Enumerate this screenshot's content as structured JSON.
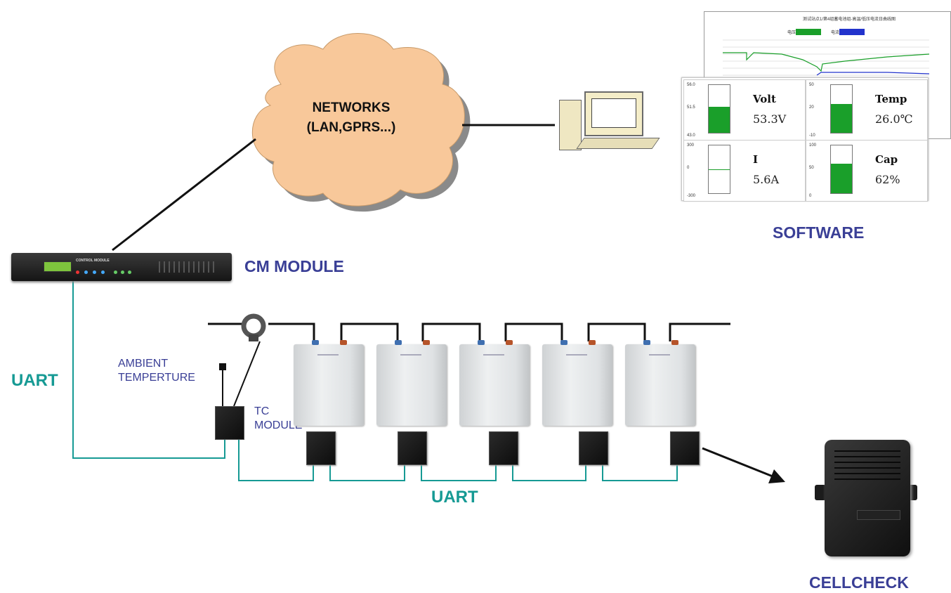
{
  "cloud": {
    "line1": "NETWORKS",
    "line2": "(LAN,GPRS...)"
  },
  "labels": {
    "software": "SOFTWARE",
    "cm_module": "CM MODULE",
    "uart_left": "UART",
    "uart_bottom": "UART",
    "ambient_line1": "AMBIENT",
    "ambient_line2": "TEMPERTURE",
    "tc_line1": "TC",
    "tc_line2": "MODULE",
    "cellcheck": "CELLCHECK"
  },
  "cm_device": {
    "title": "CONTROL MODULE"
  },
  "software_panel": {
    "chart_title": "测试站点1/第4组蓄电池组-高温/低压电流日曲线图",
    "legend_volt": "电压",
    "legend_curr": "电流",
    "legend_volt_color": "#1a9f2a",
    "legend_curr_color": "#2233cc",
    "meters": [
      {
        "name": "Volt",
        "value": "53.3V",
        "fill": 0.55,
        "ticks": [
          "56.0",
          "51.5",
          "43.0"
        ]
      },
      {
        "name": "Temp",
        "value": "26.0℃",
        "fill": 0.6,
        "ticks": [
          "50",
          "20",
          "-10"
        ]
      },
      {
        "name": "I",
        "value": "5.6A",
        "fill": 0.0,
        "ticks": [
          "300",
          "0",
          "-300"
        ]
      },
      {
        "name": "Cap",
        "value": "62%",
        "fill": 0.62,
        "ticks": [
          "100",
          "50",
          "0"
        ]
      }
    ]
  },
  "colors": {
    "navy": "#3a3f96",
    "teal": "#169a94",
    "cloud": "#f8c89a",
    "meter_fill": "#1a9f2a"
  }
}
